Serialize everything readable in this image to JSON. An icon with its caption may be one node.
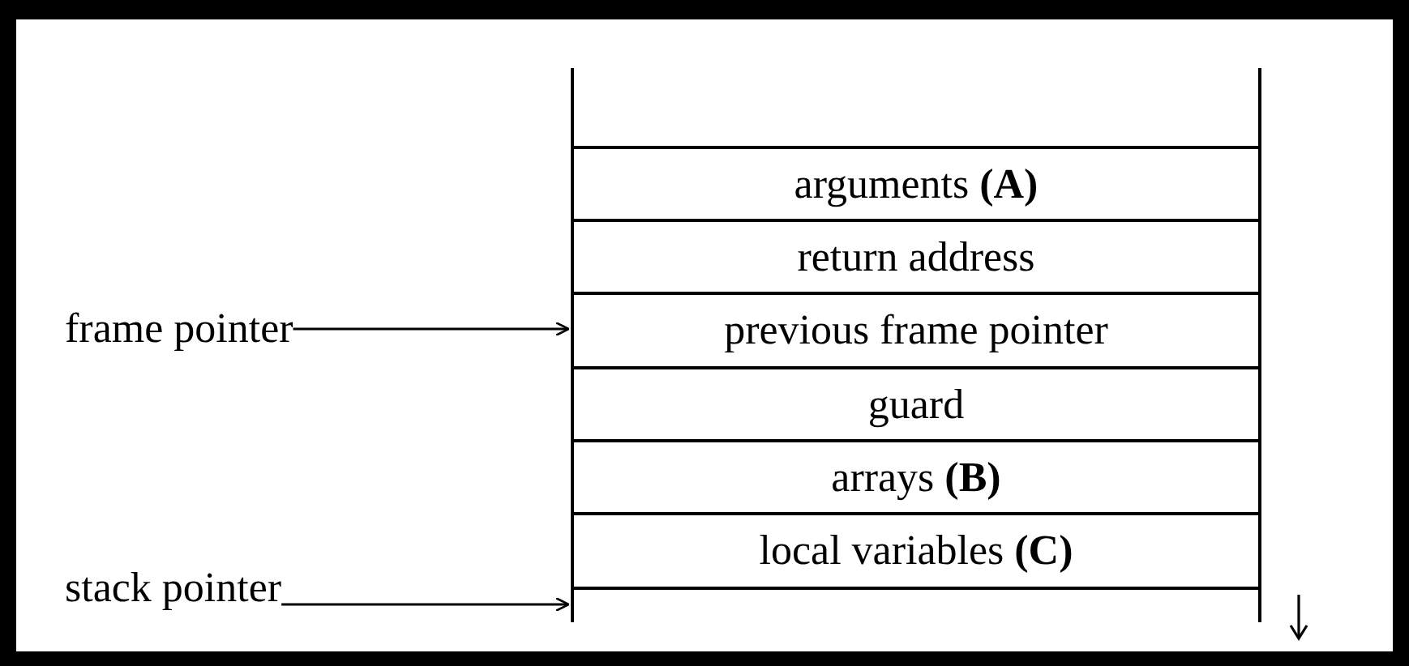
{
  "diagram": {
    "nodes": [
      {
        "text": [],
        "shape": "box"
      },
      {
        "text": [
          "arguments **(A)**"
        ]
      },
      {
        "text": [
          "return address"
        ]
      },
      {
        "text": [
          "previous frame pointer"
        ]
      },
      {
        "text": [
          "guard"
        ]
      },
      {
        "text": [
          "arrays **(B)**"
        ]
      },
      {
        "text": [
          "local variables **(C)**"
        ]
      },
      {
        "text": [],
        "shape": "box"
      },
      {
        "text": [
          "frame pointer"
        ]
      },
      {
        "text": [
          "stack pointer"
        ]
      }
    ],
    "edges": [
      {
        "from": 8,
        "to": 3,
        "arrow": "to"
      },
      {
        "from": 9,
        "to": 7,
        "arrow": "to"
      }
    ]
  }
}
